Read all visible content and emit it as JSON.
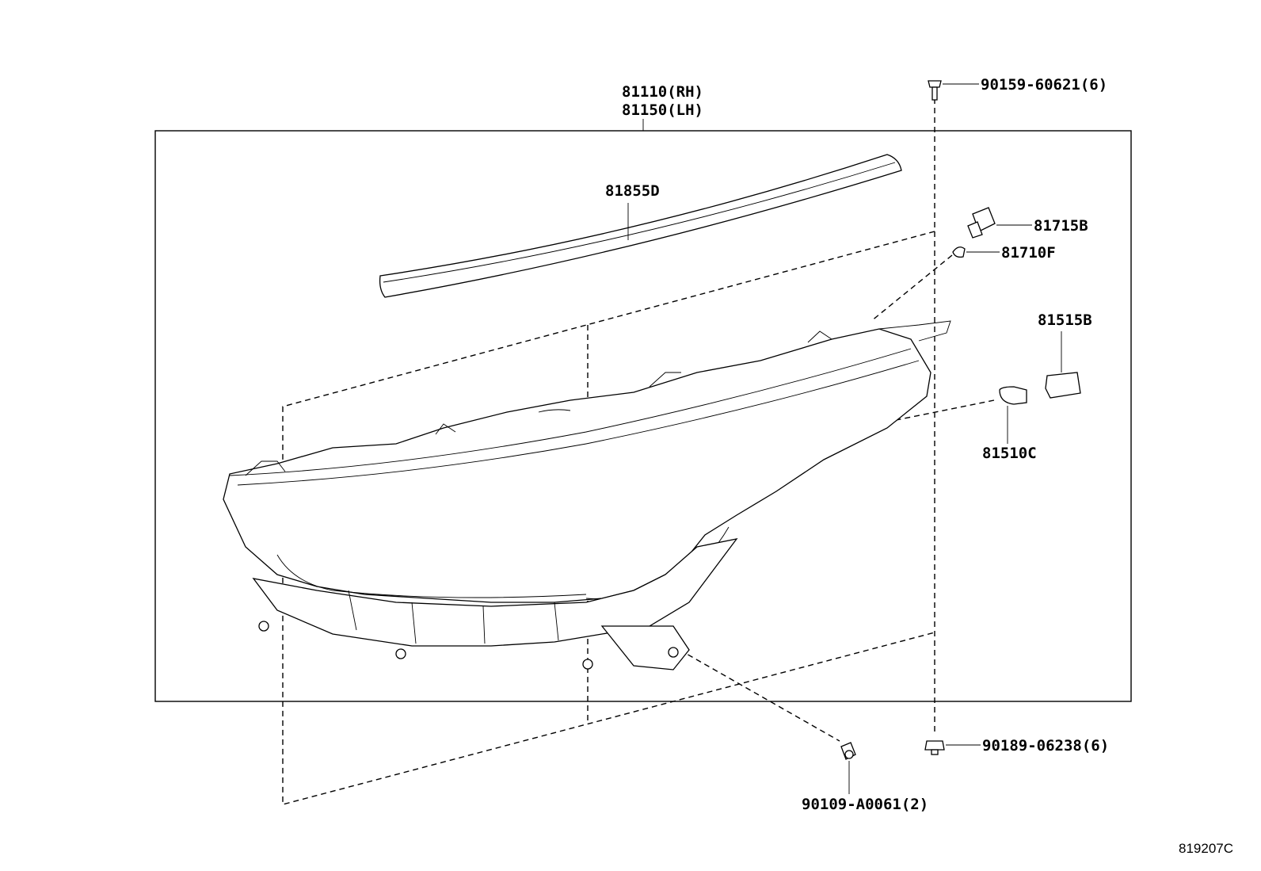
{
  "assembly": {
    "label_rh": "81110(RH)",
    "label_lh": "81150(LH)"
  },
  "parts": {
    "trim_strip": "81855D",
    "socket": "81715B",
    "bulb_small": "81710F",
    "side_socket": "81515B",
    "bulb_side": "81510C",
    "screw_top": "90159-60621(6)",
    "nut_bottom_right": "90189-06238(6)",
    "bolt_bottom": "90109-A0061(2)"
  },
  "figure_ref": "819207C"
}
